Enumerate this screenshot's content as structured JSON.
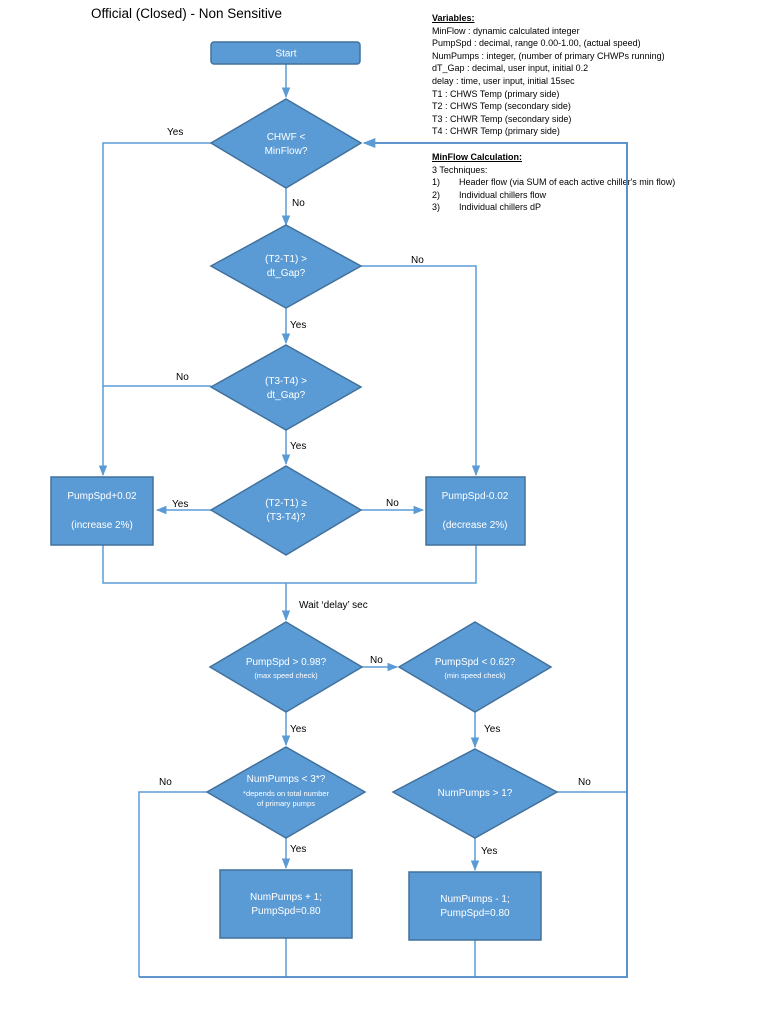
{
  "classification": "Official (Closed) - Non Sensitive",
  "variables": {
    "title": "Variables:",
    "items": [
      "MinFlow : dynamic calculated integer",
      "PumpSpd : decimal, range 0.00-1.00, (actual speed)",
      "NumPumps : integer, (number of primary CHWPs running)",
      "dT_Gap : decimal, user input, initial 0.2",
      "delay : time, user input, initial 15sec",
      "T1 : CHWS Temp (primary side)",
      "T2 : CHWS Temp (secondary side)",
      "T3 : CHWR Temp (secondary side)",
      "T4 : CHWR Temp (primary side)"
    ]
  },
  "minflow": {
    "title": "MinFlow Calculation:",
    "subtitle": "3 Techniques:",
    "items": [
      {
        "num": "1)",
        "text": "Header flow (via SUM of each active chiller's min flow)"
      },
      {
        "num": "2)",
        "text": "Individual chillers flow"
      },
      {
        "num": "3)",
        "text": "Individual chillers dP"
      }
    ]
  },
  "flow": {
    "start": "Start",
    "d1": [
      "CHWF <",
      "MinFlow?"
    ],
    "d2": [
      "(T2-T1) >",
      "dt_Gap?"
    ],
    "d3": [
      "(T3-T4) >",
      "dt_Gap?"
    ],
    "d4": [
      "(T2-T1) ≥",
      "(T3-T4)?"
    ],
    "inc": [
      "PumpSpd+0.02",
      "(increase 2%)"
    ],
    "dec": [
      "PumpSpd-0.02",
      "(decrease 2%)"
    ],
    "d5": [
      "PumpSpd > 0.98?",
      "(max speed check)"
    ],
    "d6": [
      "PumpSpd < 0.62?",
      "(min speed check)"
    ],
    "d7": [
      "NumPumps < 3*?",
      "*depends on total number",
      "of primary pumps"
    ],
    "d8": [
      "NumPumps > 1?"
    ],
    "add": [
      "NumPumps + 1;",
      "PumpSpd=0.80"
    ],
    "sub": [
      "NumPumps - 1;",
      "PumpSpd=0.80"
    ]
  },
  "edges": {
    "yes": "Yes",
    "no": "No",
    "wait": "Wait ‘delay’ sec"
  }
}
